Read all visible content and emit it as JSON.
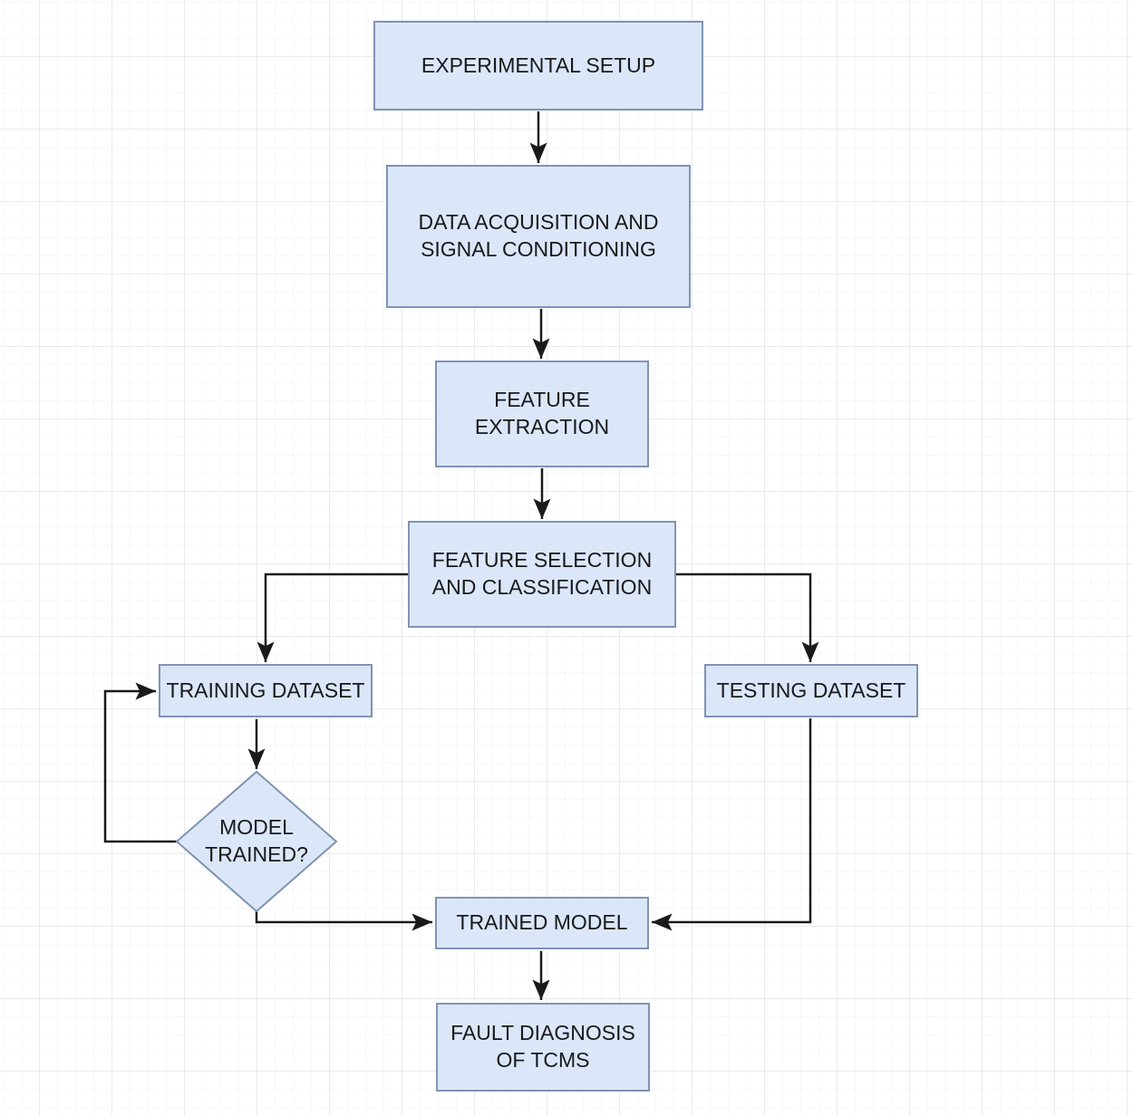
{
  "diagram": {
    "type": "flowchart",
    "nodes": [
      {
        "id": "experimental-setup",
        "shape": "rectangle",
        "label": "EXPERIMENTAL SETUP"
      },
      {
        "id": "data-acquisition",
        "shape": "rectangle",
        "label": "DATA ACQUISITION AND\nSIGNAL CONDITIONING"
      },
      {
        "id": "feature-extraction",
        "shape": "rectangle",
        "label": "FEATURE\nEXTRACTION"
      },
      {
        "id": "feature-selection",
        "shape": "rectangle",
        "label": "FEATURE SELECTION\nAND CLASSIFICATION"
      },
      {
        "id": "training-dataset",
        "shape": "rectangle",
        "label": "TRAINING DATASET"
      },
      {
        "id": "testing-dataset",
        "shape": "rectangle",
        "label": "TESTING DATASET"
      },
      {
        "id": "model-trained",
        "shape": "diamond",
        "label": "MODEL\nTRAINED?"
      },
      {
        "id": "trained-model",
        "shape": "rectangle",
        "label": "TRAINED MODEL"
      },
      {
        "id": "fault-diagnosis",
        "shape": "rectangle",
        "label": "FAULT DIAGNOSIS\nOF TCMS"
      }
    ],
    "edges": [
      {
        "from": "experimental-setup",
        "to": "data-acquisition"
      },
      {
        "from": "data-acquisition",
        "to": "feature-extraction"
      },
      {
        "from": "feature-extraction",
        "to": "feature-selection"
      },
      {
        "from": "feature-selection",
        "to": "training-dataset"
      },
      {
        "from": "feature-selection",
        "to": "testing-dataset"
      },
      {
        "from": "training-dataset",
        "to": "model-trained"
      },
      {
        "from": "model-trained",
        "to": "training-dataset"
      },
      {
        "from": "model-trained",
        "to": "trained-model"
      },
      {
        "from": "testing-dataset",
        "to": "trained-model"
      },
      {
        "from": "trained-model",
        "to": "fault-diagnosis"
      }
    ]
  },
  "colors": {
    "node_fill": "#dbe7f8",
    "node_border": "#8093b5",
    "edge_color": "#1a1a1a",
    "text_color": "#18181c",
    "background": "#ffffff",
    "grid_minor": "#f6f8f9",
    "grid_major": "#e8ebee"
  }
}
